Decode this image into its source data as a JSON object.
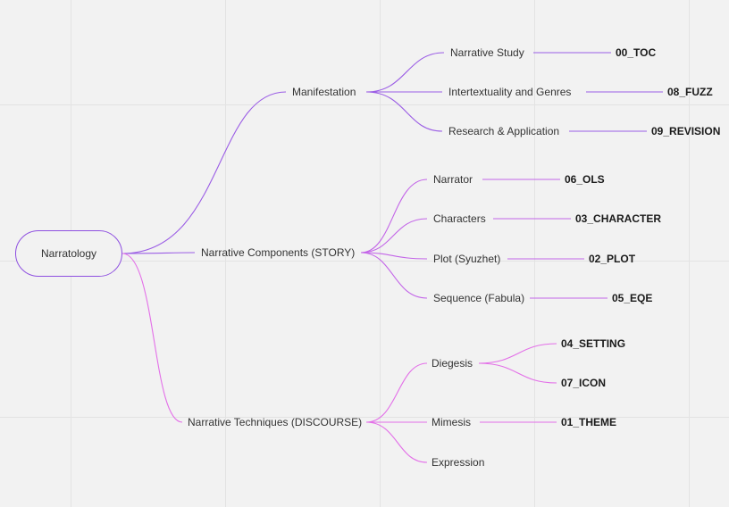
{
  "colors": {
    "background": "#f2f2f2",
    "purple": "#9b5de5",
    "pink": "#e36fe8"
  },
  "root": {
    "label": "Narratology"
  },
  "branches": {
    "manifestation": {
      "label": "Manifestation",
      "children": [
        {
          "label": "Narrative Study",
          "tag": "00_TOC"
        },
        {
          "label": "Intertextuality and Genres",
          "tag": "08_FUZZ"
        },
        {
          "label": "Research & Application",
          "tag": "09_REVISION"
        }
      ]
    },
    "components": {
      "label": "Narrative Components (STORY)",
      "children": [
        {
          "label": "Narrator",
          "tag": "06_OLS"
        },
        {
          "label": "Characters",
          "tag": "03_CHARACTER"
        },
        {
          "label": "Plot (Syuzhet)",
          "tag": "02_PLOT"
        },
        {
          "label": "Sequence (Fabula)",
          "tag": "05_EQE"
        }
      ]
    },
    "techniques": {
      "label": "Narrative Techniques (DISCOURSE)",
      "children": [
        {
          "label": "Diegesis",
          "tags": [
            "04_SETTING",
            "07_ICON"
          ]
        },
        {
          "label": "Mimesis",
          "tag": "01_THEME"
        },
        {
          "label": "Expression"
        }
      ]
    }
  }
}
